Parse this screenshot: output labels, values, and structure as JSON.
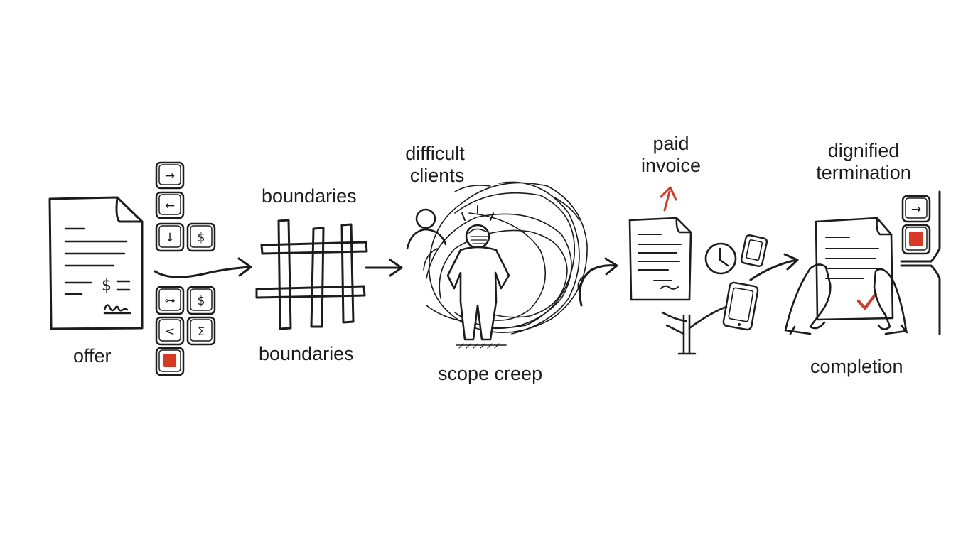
{
  "labels": {
    "offer": "offer",
    "boundaries_top": "boundaries",
    "boundaries_bottom": "boundaries",
    "difficult_clients_1": "difficult",
    "difficult_clients_2": "clients",
    "scope_creep": "scope creep",
    "paid_invoice_1": "paid",
    "paid_invoice_2": "invoice",
    "dignified_termination_1": "dignified",
    "dignified_termination_2": "termination",
    "completion": "completion"
  },
  "keys": {
    "top_column": [
      "→",
      "←",
      "↓",
      "$"
    ],
    "bottom_column": [
      "⊶",
      "$",
      "<",
      "Σ"
    ],
    "right_stack": [
      "→"
    ]
  },
  "icons": {
    "document": "document-icon",
    "hashtag": "hashtag-icon",
    "person": "person-icon",
    "clock": "clock-icon",
    "phone": "phone-icon",
    "check": "checkmark-icon",
    "up_arrow": "up-arrow-icon"
  },
  "colors": {
    "ink": "#1c1c1c",
    "accent": "#d63a24",
    "background": "#ffffff"
  }
}
